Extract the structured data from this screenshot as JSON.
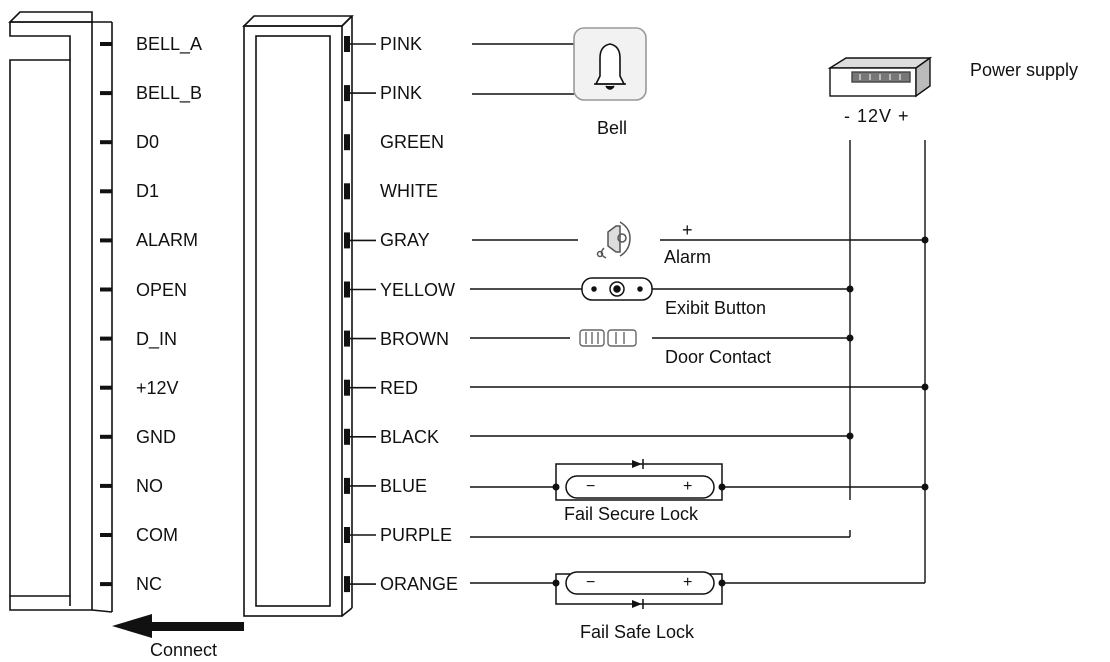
{
  "terminals": [
    "BELL_A",
    "BELL_B",
    "D0",
    "D1",
    "ALARM",
    "OPEN",
    "D_IN",
    "+12V",
    "GND",
    "NO",
    "COM",
    "NC"
  ],
  "wires": [
    "PINK",
    "PINK",
    "GREEN",
    "WHITE",
    "GRAY",
    "YELLOW",
    "BROWN",
    "RED",
    "BLACK",
    "BLUE",
    "PURPLE",
    "ORANGE"
  ],
  "devices": {
    "bell": "Bell",
    "power_supply": "Power supply",
    "power_polarity": "- 12V +",
    "alarm_plus": "+",
    "alarm": "Alarm",
    "exit_button": "Exibit Button",
    "door_contact": "Door Contact",
    "fail_secure": "Fail Secure Lock",
    "fail_safe": "Fail Safe Lock",
    "lock_minus": "−",
    "lock_plus": "+"
  },
  "connect_label": "Connect"
}
